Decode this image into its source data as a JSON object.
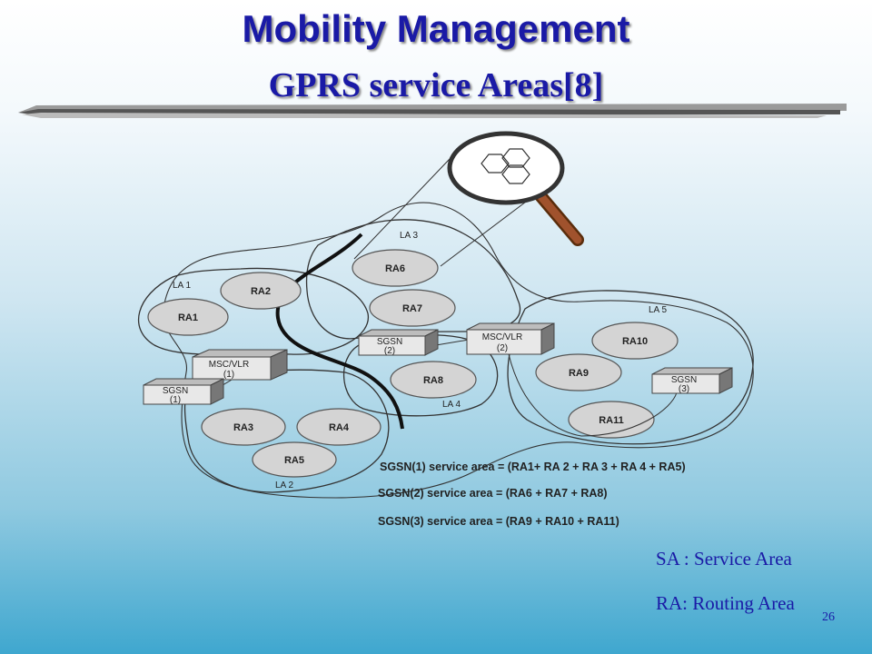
{
  "slide": {
    "title": "Mobility Management",
    "subtitle": "GPRS service Areas[8]",
    "page_number": "26"
  },
  "diagram": {
    "location_areas": [
      "LA 1",
      "LA 2",
      "LA 3",
      "LA 4",
      "LA 5"
    ],
    "routing_areas": [
      "RA1",
      "RA2",
      "RA3",
      "RA4",
      "RA5",
      "RA6",
      "RA7",
      "RA8",
      "RA9",
      "RA10",
      "RA11"
    ],
    "nodes": {
      "msc_vlr_1": [
        "MSC/VLR",
        "(1)"
      ],
      "sgsn_1": [
        "SGSN",
        "(1)"
      ],
      "sgsn_2": [
        "SGSN",
        "(2)"
      ],
      "msc_vlr_2": [
        "MSC/VLR",
        "(2)"
      ],
      "sgsn_3": [
        "SGSN",
        "(3)"
      ]
    },
    "service_area_definitions": [
      "SGSN(1) service area = (RA1+ RA 2 + RA 3 + RA 4 + RA5)",
      "SGSN(2) service area = (RA6 + RA7 + RA8)",
      "SGSN(3) service area = (RA9 + RA10 + RA11)"
    ]
  },
  "legend": {
    "sa": "SA : Service Area",
    "ra": "RA: Routing Area"
  },
  "colors": {
    "title": "#1a1aa6",
    "ellipse_fill": "#d4d4d4",
    "box_front": "#e8e8e8",
    "box_side": "#777777",
    "magnifier_handle": "#8b4513"
  }
}
